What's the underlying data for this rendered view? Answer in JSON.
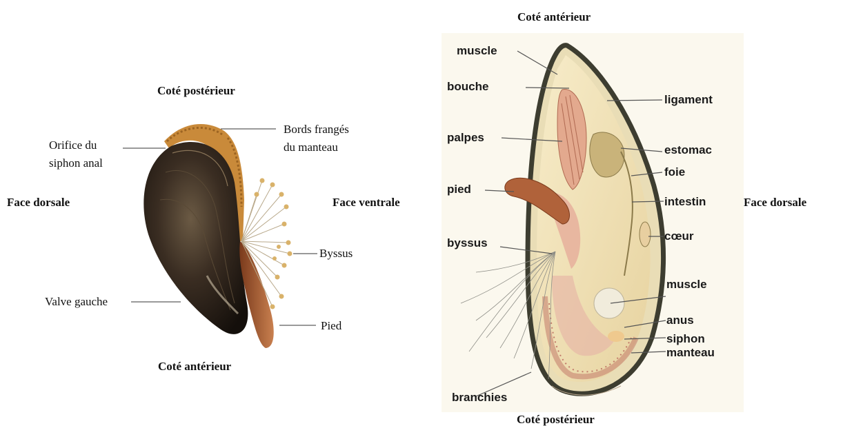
{
  "left_figure": {
    "top_side": "Coté postérieur",
    "bottom_side": "Coté antérieur",
    "left_face": "Face dorsale",
    "right_face": "Face ventrale",
    "labels": {
      "orifice_line1": "Orifice du",
      "orifice_line2": "siphon anal",
      "bords_line1": "Bords frangés",
      "bords_line2": "du manteau",
      "byssus": "Byssus",
      "valve": "Valve gauche",
      "pied": "Pied"
    }
  },
  "right_figure": {
    "top_side": "Coté antérieur",
    "bottom_side": "Coté postérieur",
    "right_face": "Face dorsale",
    "labels": {
      "muscle_top": "muscle",
      "bouche": "bouche",
      "palpes": "palpes",
      "pied": "pied",
      "byssus": "byssus",
      "branchies": "branchies",
      "ligament": "ligament",
      "estomac": "estomac",
      "foie": "foie",
      "intestin": "intestin",
      "coeur": "cœur",
      "muscle_bottom": "muscle",
      "anus": "anus",
      "siphon": "siphon",
      "manteau": "manteau"
    }
  },
  "colors": {
    "shell_dark": "#2b2118",
    "fringe": "#c98a3a",
    "foot": "#b0623a",
    "byssus_knob": "#d9b26a",
    "interior_cream": "#f2e2b4",
    "gill_pink": "#e3a98e",
    "shell_rim": "#4a4a3a"
  }
}
